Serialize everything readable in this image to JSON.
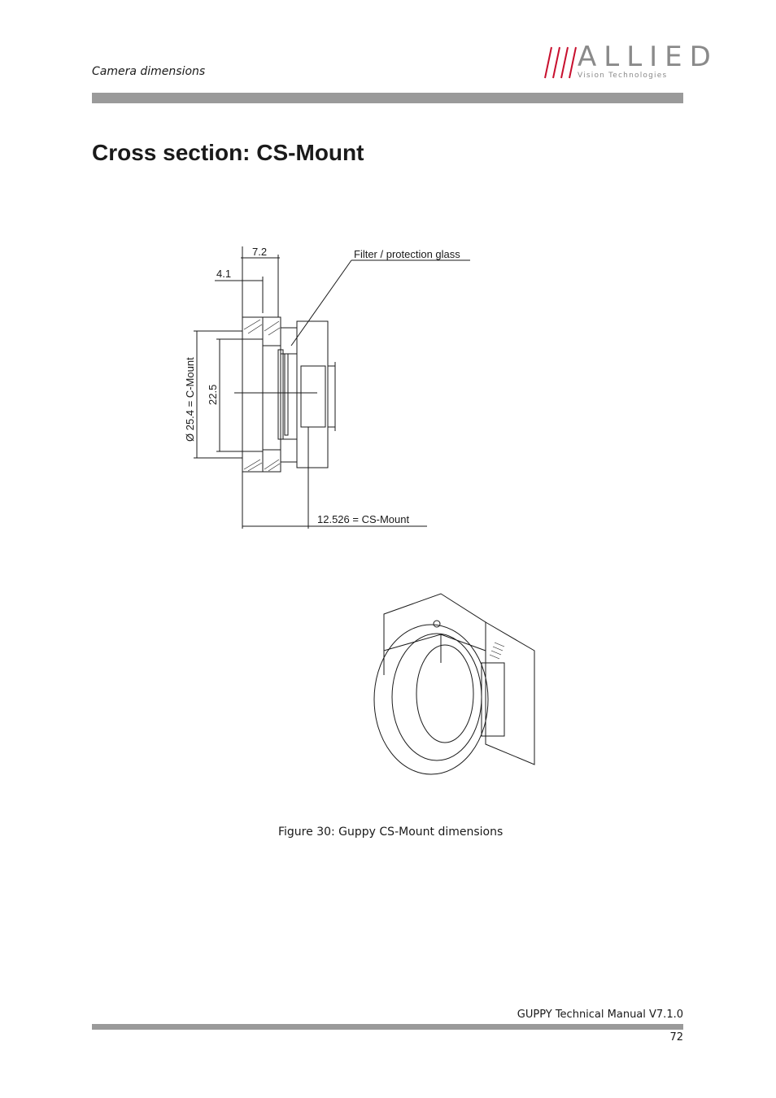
{
  "header": {
    "section": "Camera dimensions",
    "logo": {
      "word": "ALLIED",
      "sub": "Vision Technologies",
      "accent": "#c8102e"
    }
  },
  "page_title": "Cross section: CS-Mount",
  "drawing": {
    "dim_top": "7.2",
    "dim_left": "4.1",
    "filter_label": "Filter / protection glass",
    "diameter_label": "Ø 25.4 = C-Mount",
    "inner_dim": "22.5",
    "bottom_dim": "12.526 = CS-Mount"
  },
  "caption": "Figure 30: Guppy CS-Mount dimensions",
  "footer": {
    "manual_title": "GUPPY Technical Manual V7.1.0",
    "page_number": "72"
  }
}
